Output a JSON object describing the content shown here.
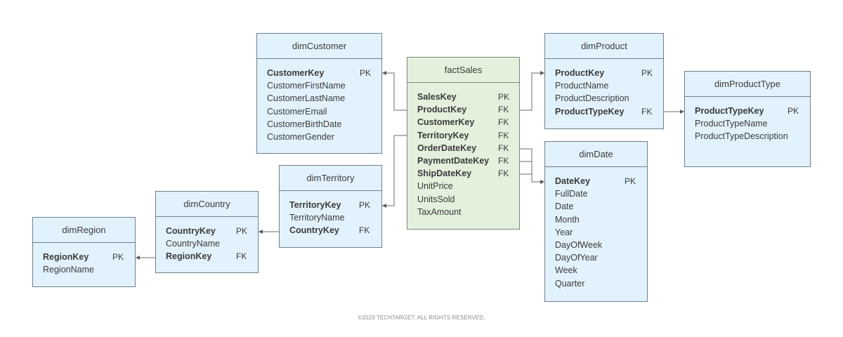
{
  "tables": {
    "dimCustomer": {
      "title": "dimCustomer",
      "fields": [
        {
          "name": "CustomerKey",
          "key": "PK"
        },
        {
          "name": "CustomerFirstName",
          "key": ""
        },
        {
          "name": "CustomerLastName",
          "key": ""
        },
        {
          "name": "CustomerEmail",
          "key": ""
        },
        {
          "name": "CustomerBirthDate",
          "key": ""
        },
        {
          "name": "CustomerGender",
          "key": ""
        }
      ]
    },
    "factSales": {
      "title": "factSales",
      "fields": [
        {
          "name": "SalesKey",
          "key": "PK"
        },
        {
          "name": "ProductKey",
          "key": "FK"
        },
        {
          "name": "CustomerKey",
          "key": "FK"
        },
        {
          "name": "TerritoryKey",
          "key": "FK"
        },
        {
          "name": "OrderDateKey",
          "key": "FK"
        },
        {
          "name": "PaymentDateKey",
          "key": "FK"
        },
        {
          "name": "ShipDateKey",
          "key": "FK"
        },
        {
          "name": "UnitPrice",
          "key": ""
        },
        {
          "name": "UnitsSold",
          "key": ""
        },
        {
          "name": "TaxAmount",
          "key": ""
        }
      ]
    },
    "dimProduct": {
      "title": "dimProduct",
      "fields": [
        {
          "name": "ProductKey",
          "key": "PK"
        },
        {
          "name": "ProductName",
          "key": ""
        },
        {
          "name": "ProductDescription",
          "key": ""
        },
        {
          "name": "ProductTypeKey",
          "key": "FK"
        }
      ]
    },
    "dimProductType": {
      "title": "dimProductType",
      "fields": [
        {
          "name": "ProductTypeKey",
          "key": "PK"
        },
        {
          "name": "ProductTypeName",
          "key": ""
        },
        {
          "name": "ProductTypeDescription",
          "key": ""
        }
      ]
    },
    "dimDate": {
      "title": "dimDate",
      "fields": [
        {
          "name": "DateKey",
          "key": "PK"
        },
        {
          "name": "FullDate",
          "key": ""
        },
        {
          "name": "Date",
          "key": ""
        },
        {
          "name": "Month",
          "key": ""
        },
        {
          "name": "Year",
          "key": ""
        },
        {
          "name": "DayOfWeek",
          "key": ""
        },
        {
          "name": "DayOfYear",
          "key": ""
        },
        {
          "name": "Week",
          "key": ""
        },
        {
          "name": "Quarter",
          "key": ""
        }
      ]
    },
    "dimTerritory": {
      "title": "dimTerritory",
      "fields": [
        {
          "name": "TerritoryKey",
          "key": "PK"
        },
        {
          "name": "TerritoryName",
          "key": ""
        },
        {
          "name": "CountryKey",
          "key": "FK"
        }
      ]
    },
    "dimCountry": {
      "title": "dimCountry",
      "fields": [
        {
          "name": "CountryKey",
          "key": "PK"
        },
        {
          "name": "CountryName",
          "key": ""
        },
        {
          "name": "RegionKey",
          "key": "FK"
        }
      ]
    },
    "dimRegion": {
      "title": "dimRegion",
      "fields": [
        {
          "name": "RegionKey",
          "key": "PK"
        },
        {
          "name": "RegionName",
          "key": ""
        }
      ]
    }
  },
  "colors": {
    "dimension_fill": "#e2f2fc",
    "fact_fill": "#e3f0dc",
    "border": "#6f7f8c",
    "connector": "#6b6b6b",
    "text": "#3a3a3a"
  },
  "footer": {
    "copyright": "©2023 TECHTARGET. ALL RIGHTS RESERVED."
  }
}
